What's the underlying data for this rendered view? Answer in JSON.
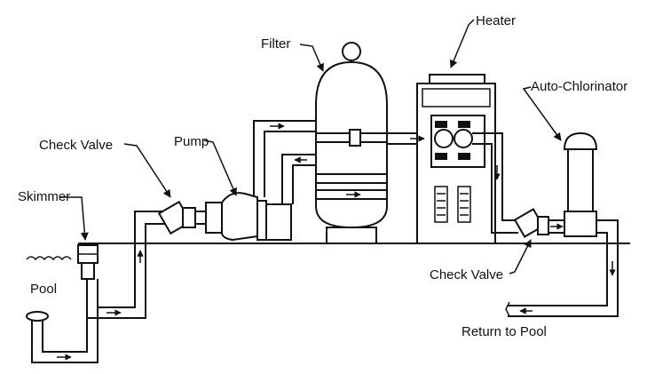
{
  "labels": {
    "heater": "Heater",
    "filter": "Filter",
    "auto_chlorinator": "Auto-Chlorinator",
    "check_valve_top": "Check Valve",
    "pump": "Pump",
    "skimmer": "Skimmer",
    "pool": "Pool",
    "check_valve_bottom": "Check Valve",
    "return_to_pool": "Return to Pool"
  },
  "colors": {
    "ink": "#111111",
    "background": "#ffffff"
  }
}
